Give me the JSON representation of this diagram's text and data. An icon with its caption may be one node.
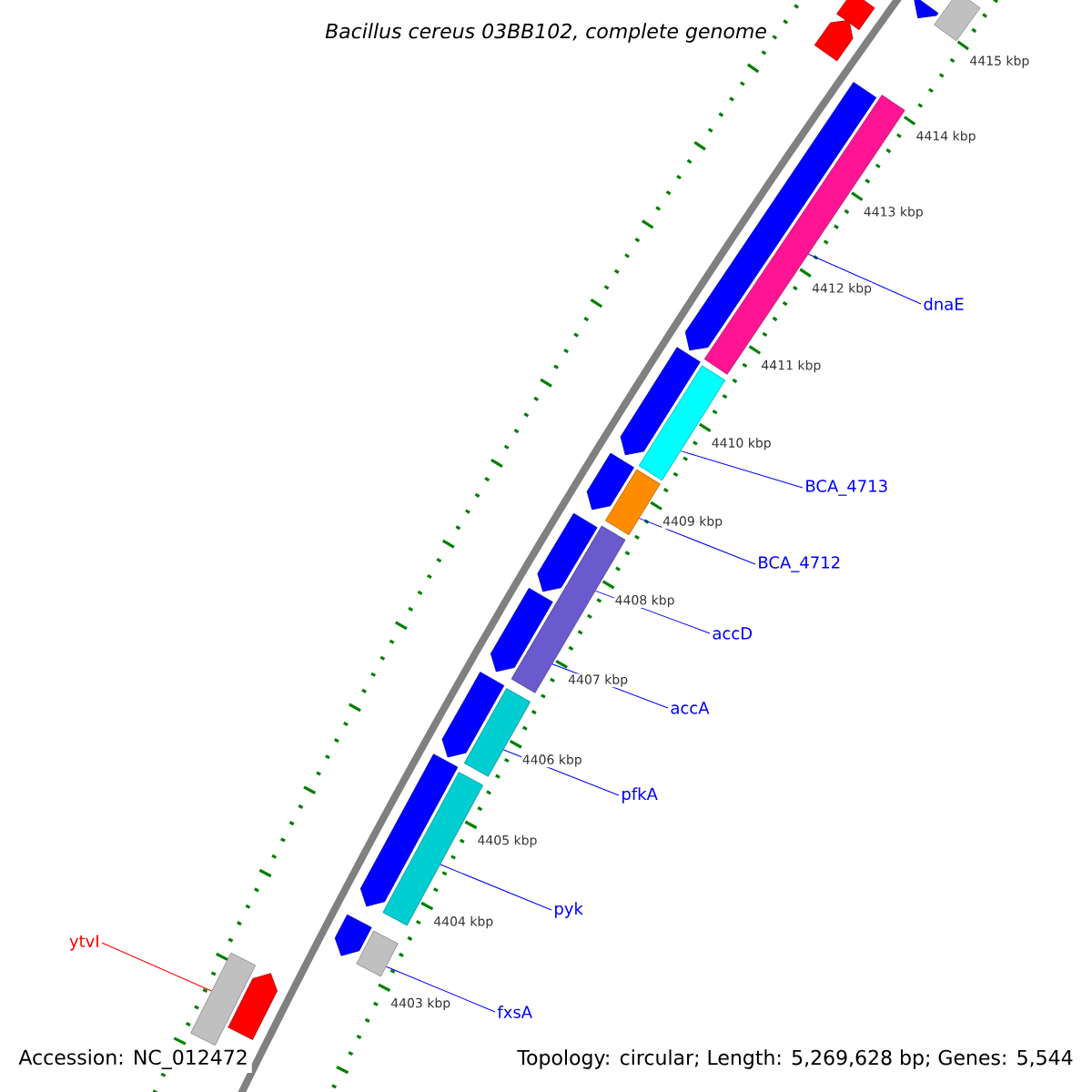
{
  "diagram": {
    "title": "Bacillus cereus 03BB102, complete genome",
    "nodes": [
      {
        "text": [
          "dnaE"
        ]
      },
      {
        "text": [
          "BCA_4713"
        ]
      },
      {
        "text": [
          "BCA_4712"
        ]
      },
      {
        "text": [
          "accD"
        ]
      },
      {
        "text": [
          "accA"
        ]
      },
      {
        "text": [
          "pfkA"
        ]
      },
      {
        "text": [
          "pyk"
        ]
      },
      {
        "text": [
          "fxsA"
        ]
      },
      {
        "text": [
          "ytvI"
        ]
      },
      {
        "text": [],
        "shape": "bar"
      },
      {
        "text": [],
        "shape": "arrow"
      },
      {
        "text": [],
        "shape": "bar"
      },
      {
        "text": [],
        "shape": "arrow"
      },
      {
        "text": [],
        "shape": "arrow"
      },
      {
        "text": [],
        "shape": "bar"
      },
      {
        "text": [],
        "shape": "arrow"
      },
      {
        "text": [],
        "shape": "bar"
      },
      {
        "text": [],
        "shape": "arrow"
      },
      {
        "text": [],
        "shape": "bar"
      },
      {
        "text": [],
        "shape": "arrow"
      },
      {
        "text": [],
        "shape": "bar"
      },
      {
        "text": [],
        "shape": "arrow"
      },
      {
        "text": [],
        "shape": "arrow"
      },
      {
        "text": [],
        "shape": "bar"
      },
      {
        "text": [],
        "shape": "arrow"
      },
      {
        "text": [],
        "shape": "bar"
      },
      {
        "text": [],
        "shape": "arrow"
      },
      {
        "text": [],
        "shape": "bar"
      },
      {
        "text": [],
        "shape": "bar"
      },
      {
        "text": [],
        "shape": "arrow"
      }
    ],
    "edges": [
      {
        "from": 0,
        "to": 14,
        "arrow": "none"
      },
      {
        "from": 1,
        "to": 16,
        "arrow": "none"
      },
      {
        "from": 2,
        "to": 18,
        "arrow": "none"
      },
      {
        "from": 3,
        "to": 20,
        "arrow": "none"
      },
      {
        "from": 4,
        "to": 20,
        "arrow": "none"
      },
      {
        "from": 5,
        "to": 23,
        "arrow": "none"
      },
      {
        "from": 6,
        "to": 25,
        "arrow": "none"
      },
      {
        "from": 7,
        "to": 27,
        "arrow": "none"
      },
      {
        "from": 8,
        "to": 28,
        "arrow": "none",
        "color": "#ff0000"
      }
    ],
    "labels": [
      "4415 kbp",
      "4414 kbp",
      "4413 kbp",
      "4412 kbp",
      "4411 kbp",
      "4410 kbp",
      "4409 kbp",
      "4408 kbp",
      "4407 kbp",
      "4406 kbp",
      "4405 kbp",
      "4404 kbp",
      "4403 kbp",
      "Accession: NC_012472",
      "Topology: circular; Length: 5,269,628 bp; Genes: 5,544"
    ]
  }
}
